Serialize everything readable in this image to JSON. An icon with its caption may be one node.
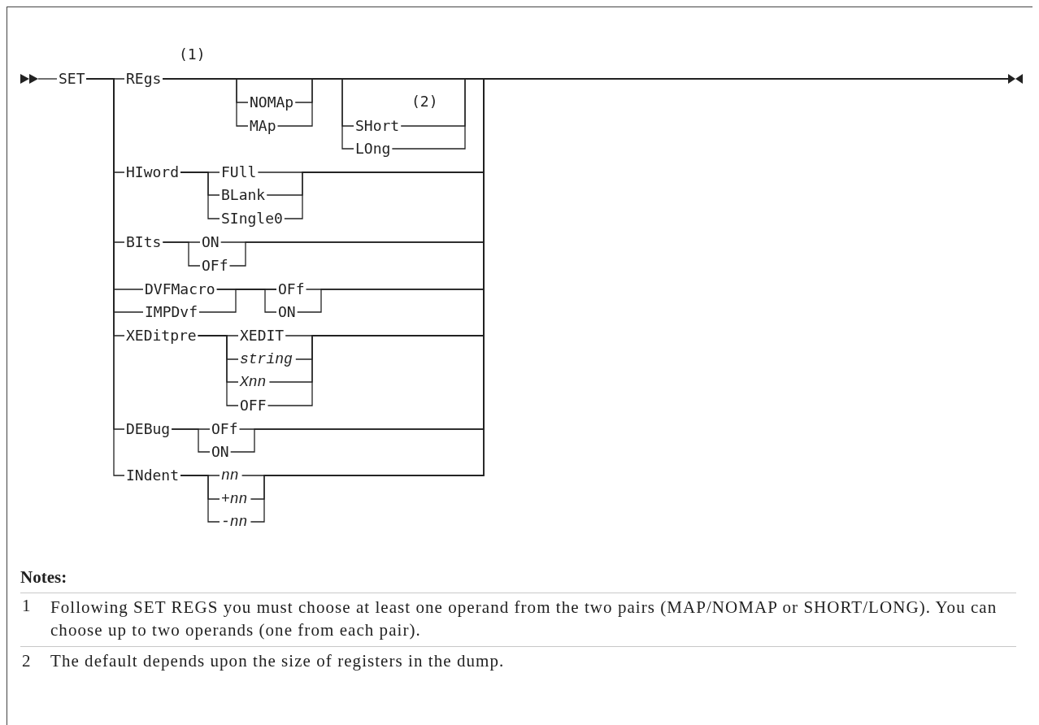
{
  "diagram": {
    "nodes": [
      {
        "text": [
          "SET"
        ]
      },
      {
        "text": [
          "REgs"
        ],
        "beside": [
          "(1)"
        ]
      },
      {
        "text": [
          "NOMAp"
        ]
      },
      {
        "text": [
          "MAp"
        ]
      },
      {
        "text": [
          "SHort"
        ],
        "beside": [
          "(2)"
        ]
      },
      {
        "text": [
          "LOng"
        ]
      },
      {
        "text": [
          "HIword"
        ]
      },
      {
        "text": [
          "FUll"
        ]
      },
      {
        "text": [
          "BLank"
        ]
      },
      {
        "text": [
          "SIngle0"
        ]
      },
      {
        "text": [
          "BIts"
        ]
      },
      {
        "text": [
          "ON"
        ]
      },
      {
        "text": [
          "OFf"
        ]
      },
      {
        "text": [
          "DVFMacro"
        ]
      },
      {
        "text": [
          "IMPDvf"
        ]
      },
      {
        "text": [
          "OFf"
        ]
      },
      {
        "text": [
          "ON"
        ]
      },
      {
        "text": [
          "XEDitpre"
        ]
      },
      {
        "text": [
          "XEDIT"
        ]
      },
      {
        "text": [
          "string"
        ]
      },
      {
        "text": [
          "Xnn"
        ]
      },
      {
        "text": [
          "OFF"
        ]
      },
      {
        "text": [
          "DEBug"
        ]
      },
      {
        "text": [
          "OFf"
        ]
      },
      {
        "text": [
          "ON"
        ]
      },
      {
        "text": [
          "INdent"
        ]
      },
      {
        "text": [
          "nn"
        ]
      },
      {
        "text": [
          "+nn"
        ]
      },
      {
        "text": [
          "-nn"
        ]
      },
      {
        "text": [],
        "shape": "picture"
      },
      {
        "text": [],
        "shape": "picture"
      }
    ],
    "edges": [
      {
        "from": 0,
        "to": 1,
        "arrow": "none"
      },
      {
        "from": 0,
        "to": 6,
        "arrow": "none"
      },
      {
        "from": 0,
        "to": 10,
        "arrow": "none"
      },
      {
        "from": 0,
        "to": 13,
        "arrow": "none"
      },
      {
        "from": 0,
        "to": 14,
        "arrow": "none"
      },
      {
        "from": 0,
        "to": 17,
        "arrow": "none"
      },
      {
        "from": 0,
        "to": 22,
        "arrow": "none"
      },
      {
        "from": 0,
        "to": 25,
        "arrow": "none"
      },
      {
        "from": 1,
        "to": 2,
        "arrow": "none"
      },
      {
        "from": 1,
        "to": 3,
        "arrow": "none"
      },
      {
        "from": 1,
        "to": 4,
        "arrow": "none"
      },
      {
        "from": 1,
        "to": 5,
        "arrow": "none"
      },
      {
        "from": 6,
        "to": 7,
        "arrow": "none"
      },
      {
        "from": 6,
        "to": 8,
        "arrow": "none"
      },
      {
        "from": 6,
        "to": 9,
        "arrow": "none"
      },
      {
        "from": 10,
        "to": 11,
        "arrow": "none"
      },
      {
        "from": 10,
        "to": 12,
        "arrow": "none"
      },
      {
        "from": 13,
        "to": 15,
        "arrow": "none"
      },
      {
        "from": 13,
        "to": 16,
        "arrow": "none"
      },
      {
        "from": 14,
        "to": 15,
        "arrow": "none"
      },
      {
        "from": 17,
        "to": 18,
        "arrow": "none"
      },
      {
        "from": 17,
        "to": 19,
        "arrow": "none"
      },
      {
        "from": 17,
        "to": 20,
        "arrow": "none"
      },
      {
        "from": 17,
        "to": 21,
        "arrow": "none"
      },
      {
        "from": 22,
        "to": 23,
        "arrow": "none"
      },
      {
        "from": 22,
        "to": 24,
        "arrow": "none"
      },
      {
        "from": 25,
        "to": 26,
        "arrow": "none"
      },
      {
        "from": 25,
        "to": 27,
        "arrow": "none"
      },
      {
        "from": 25,
        "to": 28,
        "arrow": "none"
      },
      {
        "from": 29,
        "to": 0,
        "arrow": "none"
      },
      {
        "from": 1,
        "to": 30,
        "arrow": "none"
      },
      {
        "from": 2,
        "to": 30,
        "arrow": "none"
      },
      {
        "from": 3,
        "to": 30,
        "arrow": "none"
      },
      {
        "from": 4,
        "to": 30,
        "arrow": "none"
      },
      {
        "from": 5,
        "to": 30,
        "arrow": "none"
      },
      {
        "from": 7,
        "to": 30,
        "arrow": "none"
      },
      {
        "from": 8,
        "to": 30,
        "arrow": "none"
      },
      {
        "from": 9,
        "to": 30,
        "arrow": "none"
      },
      {
        "from": 11,
        "to": 30,
        "arrow": "none"
      },
      {
        "from": 12,
        "to": 30,
        "arrow": "none"
      },
      {
        "from": 15,
        "to": 30,
        "arrow": "none"
      },
      {
        "from": 16,
        "to": 30,
        "arrow": "none"
      },
      {
        "from": 18,
        "to": 30,
        "arrow": "none"
      },
      {
        "from": 19,
        "to": 30,
        "arrow": "none"
      },
      {
        "from": 20,
        "to": 30,
        "arrow": "none"
      },
      {
        "from": 21,
        "to": 30,
        "arrow": "none"
      },
      {
        "from": 23,
        "to": 30,
        "arrow": "none"
      },
      {
        "from": 24,
        "to": 30,
        "arrow": "none"
      },
      {
        "from": 26,
        "to": 30,
        "arrow": "none"
      },
      {
        "from": 27,
        "to": 30,
        "arrow": "none"
      },
      {
        "from": 28,
        "to": 30,
        "arrow": "none"
      }
    ],
    "labels": [
      "Notes:",
      "1",
      "Following SET REGS you must choose at least one operand from the two pairs (MAP/NOMAP or SHORT/LONG). You can choose up to two operands (one from each pair).",
      "2",
      "The default depends upon the size of registers in the dump."
    ]
  }
}
